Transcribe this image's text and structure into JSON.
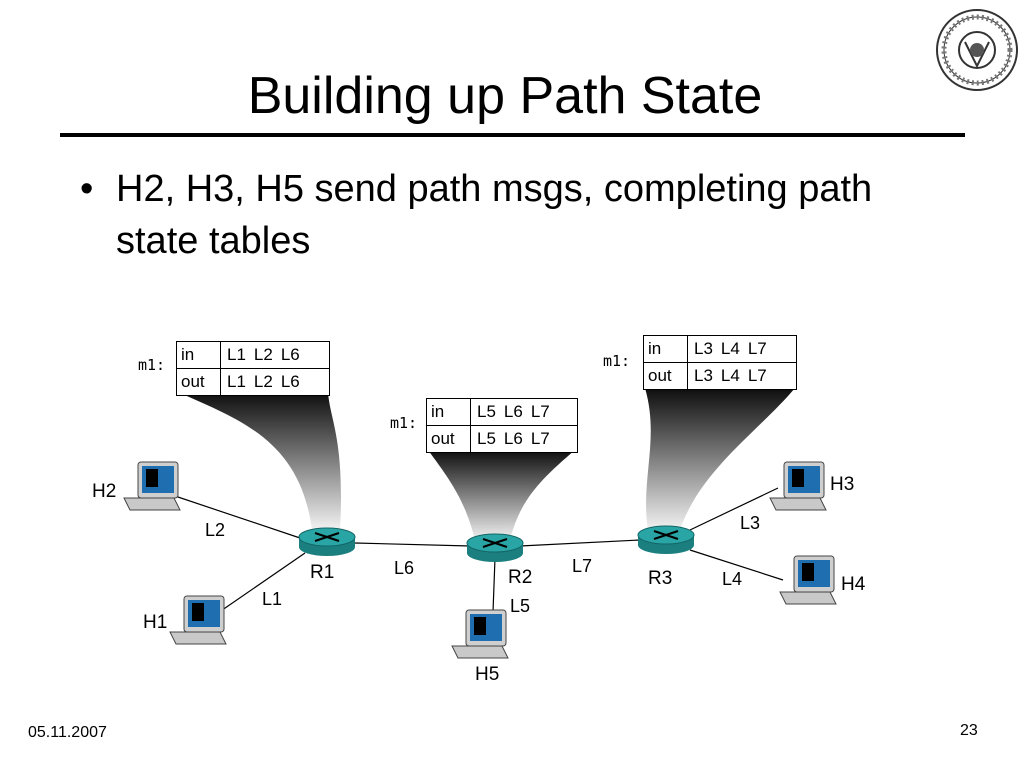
{
  "slide": {
    "title": "Building up Path State",
    "bullet": "H2, H3, H5 send path msgs, completing path state tables",
    "date": "05.11.2007",
    "page": "23"
  },
  "tables": {
    "r1": {
      "label": "m1:",
      "in_label": "in",
      "out_label": "out",
      "in": [
        "L1",
        "L2",
        "L6"
      ],
      "out": [
        "L1",
        "L2",
        "L6"
      ]
    },
    "r2": {
      "label": "m1:",
      "in_label": "in",
      "out_label": "out",
      "in": [
        "L5",
        "L6",
        "L7"
      ],
      "out": [
        "L5",
        "L6",
        "L7"
      ]
    },
    "r3": {
      "label": "m1:",
      "in_label": "in",
      "out_label": "out",
      "in": [
        "L3",
        "L4",
        "L7"
      ],
      "out": [
        "L3",
        "L4",
        "L7"
      ]
    }
  },
  "nodes": {
    "routers": [
      "R1",
      "R2",
      "R3"
    ],
    "hosts": [
      "H1",
      "H2",
      "H3",
      "H4",
      "H5"
    ]
  },
  "links": [
    "L1",
    "L2",
    "L3",
    "L4",
    "L5",
    "L6",
    "L7"
  ],
  "colors": {
    "router": "#2aa5a5",
    "host_screen": "#1f6fb0",
    "host_body": "#c9c9c9"
  }
}
